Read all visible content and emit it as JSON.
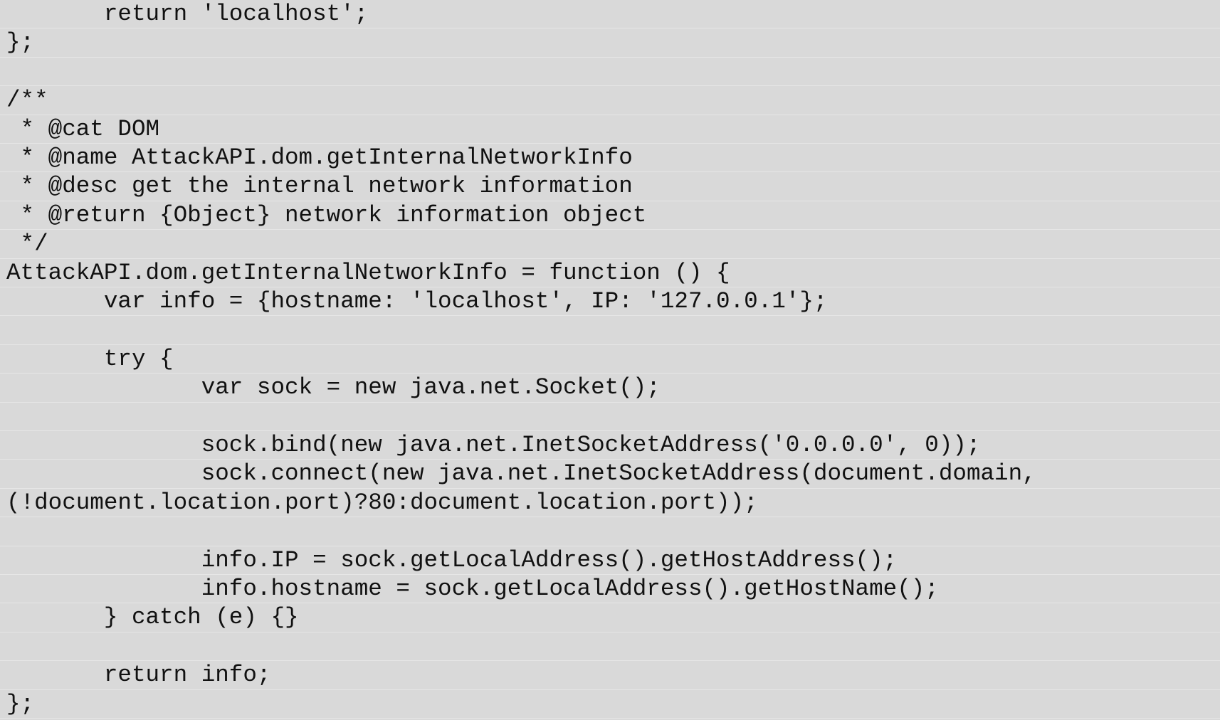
{
  "document": {
    "lines": [
      "       return 'localhost';",
      "};",
      "",
      "/**",
      " * @cat DOM",
      " * @name AttackAPI.dom.getInternalNetworkInfo",
      " * @desc get the internal network information",
      " * @return {Object} network information object",
      " */",
      "AttackAPI.dom.getInternalNetworkInfo = function () {",
      "       var info = {hostname: 'localhost', IP: '127.0.0.1'};",
      "",
      "       try {",
      "              var sock = new java.net.Socket();",
      "",
      "              sock.bind(new java.net.InetSocketAddress('0.0.0.0', 0));",
      "              sock.connect(new java.net.InetSocketAddress(document.domain,",
      "(!document.location.port)?80:document.location.port));",
      "",
      "              info.IP = sock.getLocalAddress().getHostAddress();",
      "              info.hostname = sock.getLocalAddress().getHostName();",
      "       } catch (e) {}",
      "",
      "       return info;",
      "};"
    ]
  }
}
